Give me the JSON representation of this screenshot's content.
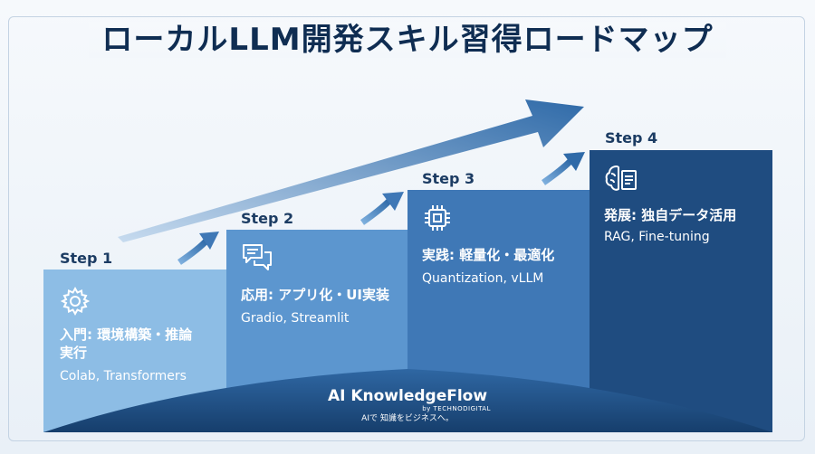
{
  "title": "ローカルLLM開発スキル習得ロードマップ",
  "steps": [
    {
      "label": "Step 1",
      "heading_line1": "入門: 環境構築・推論",
      "heading_line2": "実行",
      "tools": "Colab, Transformers",
      "icon": "gear-icon"
    },
    {
      "label": "Step 2",
      "heading": "応用: アプリ化・UI実装",
      "tools": "Gradio, Streamlit",
      "icon": "chat-bubbles-icon"
    },
    {
      "label": "Step 3",
      "heading": "実践: 軽量化・最適化",
      "tools": "Quantization, vLLM",
      "icon": "chip-icon"
    },
    {
      "label": "Step 4",
      "heading": "発展: 独自データ活用",
      "tools": "RAG, Fine-tuning",
      "icon": "brain-document-icon"
    }
  ],
  "brand": {
    "name": "AI KnowledgeFlow",
    "by": "by TECHNODIGITAL",
    "tagline": "AIで 知識をビジネスへ。"
  },
  "colors": {
    "step1": "#8dbde5",
    "step2": "#5c96cf",
    "step3": "#3f78b6",
    "step4": "#1f4c80",
    "title": "#0f2d52"
  }
}
